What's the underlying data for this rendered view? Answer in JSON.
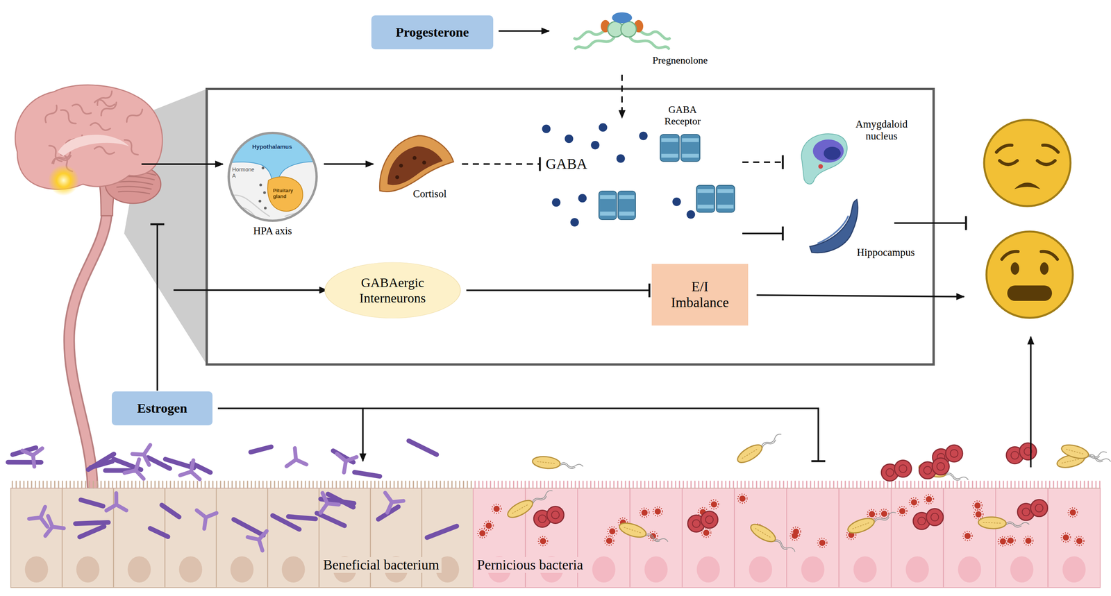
{
  "diagram": {
    "nodes": [
      {
        "text": [
          "Progesterone"
        ]
      },
      {
        "text": [
          "Pregnenolone"
        ]
      },
      {
        "text": [
          "Hypothalamus",
          "Hormone A",
          "Pituitary gland",
          "HPA axis"
        ]
      },
      {
        "text": [
          "Cortisol"
        ]
      },
      {
        "text": [
          "GABA"
        ]
      },
      {
        "text": [
          "GABA Receptor"
        ]
      },
      {
        "text": [
          "Amygdaloid nucleus"
        ]
      },
      {
        "text": [
          "Hippocampus"
        ]
      },
      {
        "text": [
          "GABAergic Interneurons"
        ]
      },
      {
        "text": [
          "E/I Imbalance"
        ]
      },
      {
        "text": [
          "Estrogen"
        ]
      },
      {
        "text": [
          "Beneficial bacterium"
        ]
      },
      {
        "text": [
          "Pernicious bacteria"
        ]
      }
    ],
    "edges": [
      {
        "from": 0,
        "to": 1,
        "arrow": "to"
      },
      {
        "from": 1,
        "to": 4,
        "arrow": "to"
      },
      {
        "from": 2,
        "to": 3,
        "arrow": "to"
      },
      {
        "from": 3,
        "to": 4,
        "arrow": "to"
      },
      {
        "from": 5,
        "to": 6,
        "arrow": "to"
      },
      {
        "from": 5,
        "to": 7,
        "arrow": "to"
      },
      {
        "from": 8,
        "to": 9,
        "arrow": "to"
      },
      {
        "from": 10,
        "to": 11,
        "arrow": "to"
      },
      {
        "from": 10,
        "to": 12,
        "arrow": "to"
      }
    ]
  }
}
